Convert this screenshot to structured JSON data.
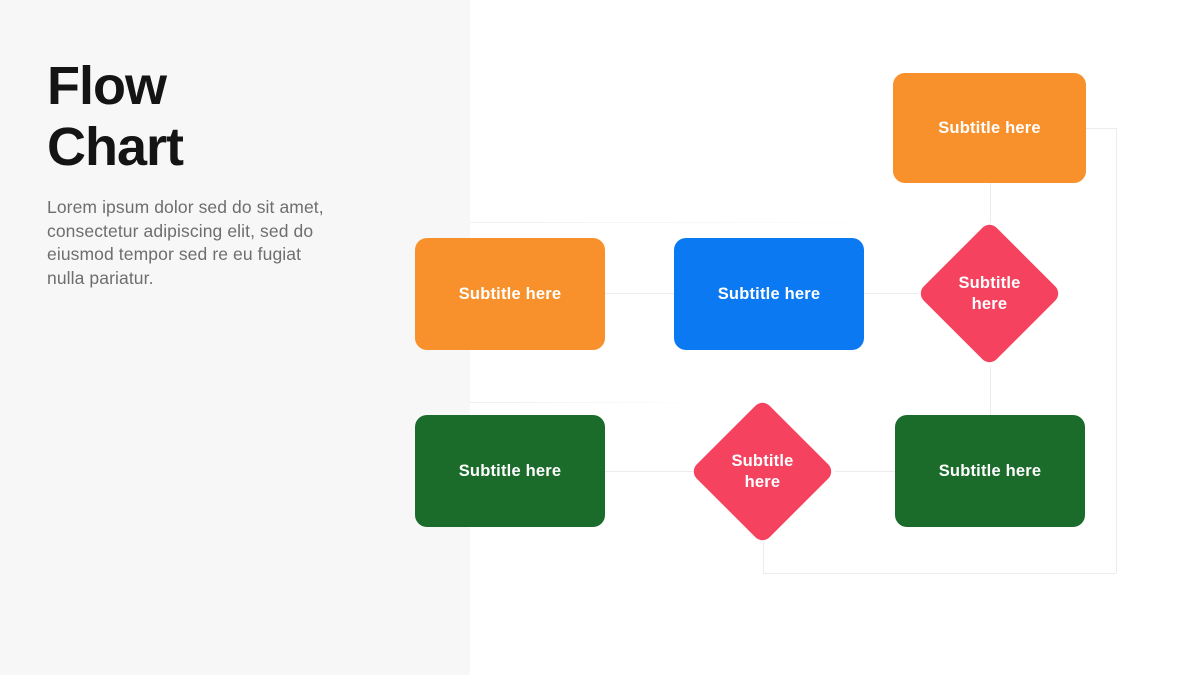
{
  "sidebar": {
    "title": "Flow\nChart",
    "description": "Lorem ipsum dolor sed do sit amet,\nconsectetur adipiscing elit, sed do\neiusmod tempor sed re eu fugiat\nnulla pariatur."
  },
  "colors": {
    "panel_background": "#f7f7f7",
    "canvas_background": "#ffffff",
    "title_text": "#141414",
    "body_text": "#6e6e6e",
    "node_text": "#ffffff",
    "orange": "#f8912b",
    "blue": "#0b79f1",
    "rose": "#f4425f",
    "green": "#1b6b2b",
    "connector": "#ececec"
  },
  "flowchart": {
    "nodes": [
      {
        "id": "top-right",
        "shape": "rect",
        "color": "orange",
        "label": "Subtitle here"
      },
      {
        "id": "middle-left",
        "shape": "rect",
        "color": "orange",
        "label": "Subtitle here"
      },
      {
        "id": "middle-center",
        "shape": "rect",
        "color": "blue",
        "label": "Subtitle here"
      },
      {
        "id": "middle-right",
        "shape": "diamond",
        "color": "rose",
        "label": "Subtitle\nhere"
      },
      {
        "id": "bottom-left",
        "shape": "rect",
        "color": "green",
        "label": "Subtitle here"
      },
      {
        "id": "bottom-center",
        "shape": "diamond",
        "color": "rose",
        "label": "Subtitle\nhere"
      },
      {
        "id": "bottom-right",
        "shape": "rect",
        "color": "green",
        "label": "Subtitle here"
      }
    ],
    "edges": [
      "middle-left -> middle-center",
      "middle-center -> middle-right",
      "top-right -> middle-right",
      "middle-right -> bottom-right",
      "bottom-left -> bottom-center",
      "bottom-center -> bottom-right",
      "top-right -> bottom-center (right loop)"
    ]
  }
}
